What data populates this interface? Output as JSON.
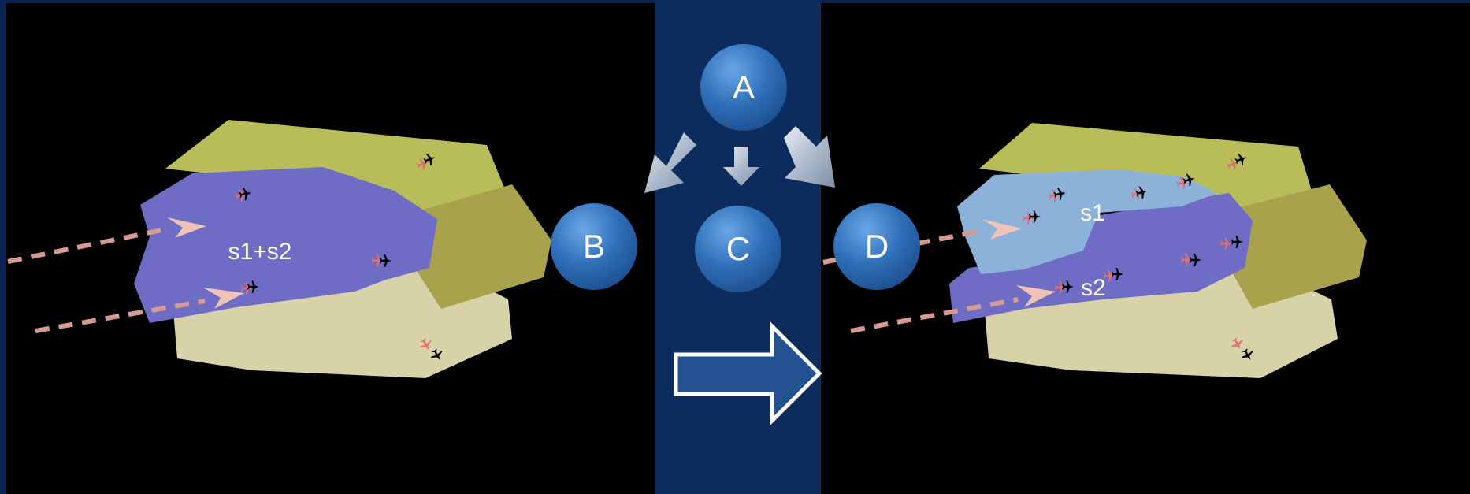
{
  "left_panel": {
    "sector_label": "s1+s2"
  },
  "right_panel": {
    "sector1_label": "s1",
    "sector2_label": "s2"
  },
  "nodes": {
    "a": "A",
    "b": "B",
    "c": "C",
    "d": "D"
  },
  "colors": {
    "background": "#0a2350",
    "center_band": "#0b2c5c",
    "panel": "#000000",
    "sector_green": "#b8bd5a",
    "sector_olive": "#a9a24d",
    "sector_tan": "#d7d2a8",
    "sector_purple": "#6e6cc4",
    "sector_lightblue": "#8cb2da",
    "node_blue": "#2f6fb8",
    "trail_pink": "#d79a93"
  },
  "icons": [
    "aircraft-icon",
    "arrow-down-left-icon",
    "arrow-down-icon",
    "arrow-down-right-icon",
    "big-right-arrow-icon"
  ]
}
